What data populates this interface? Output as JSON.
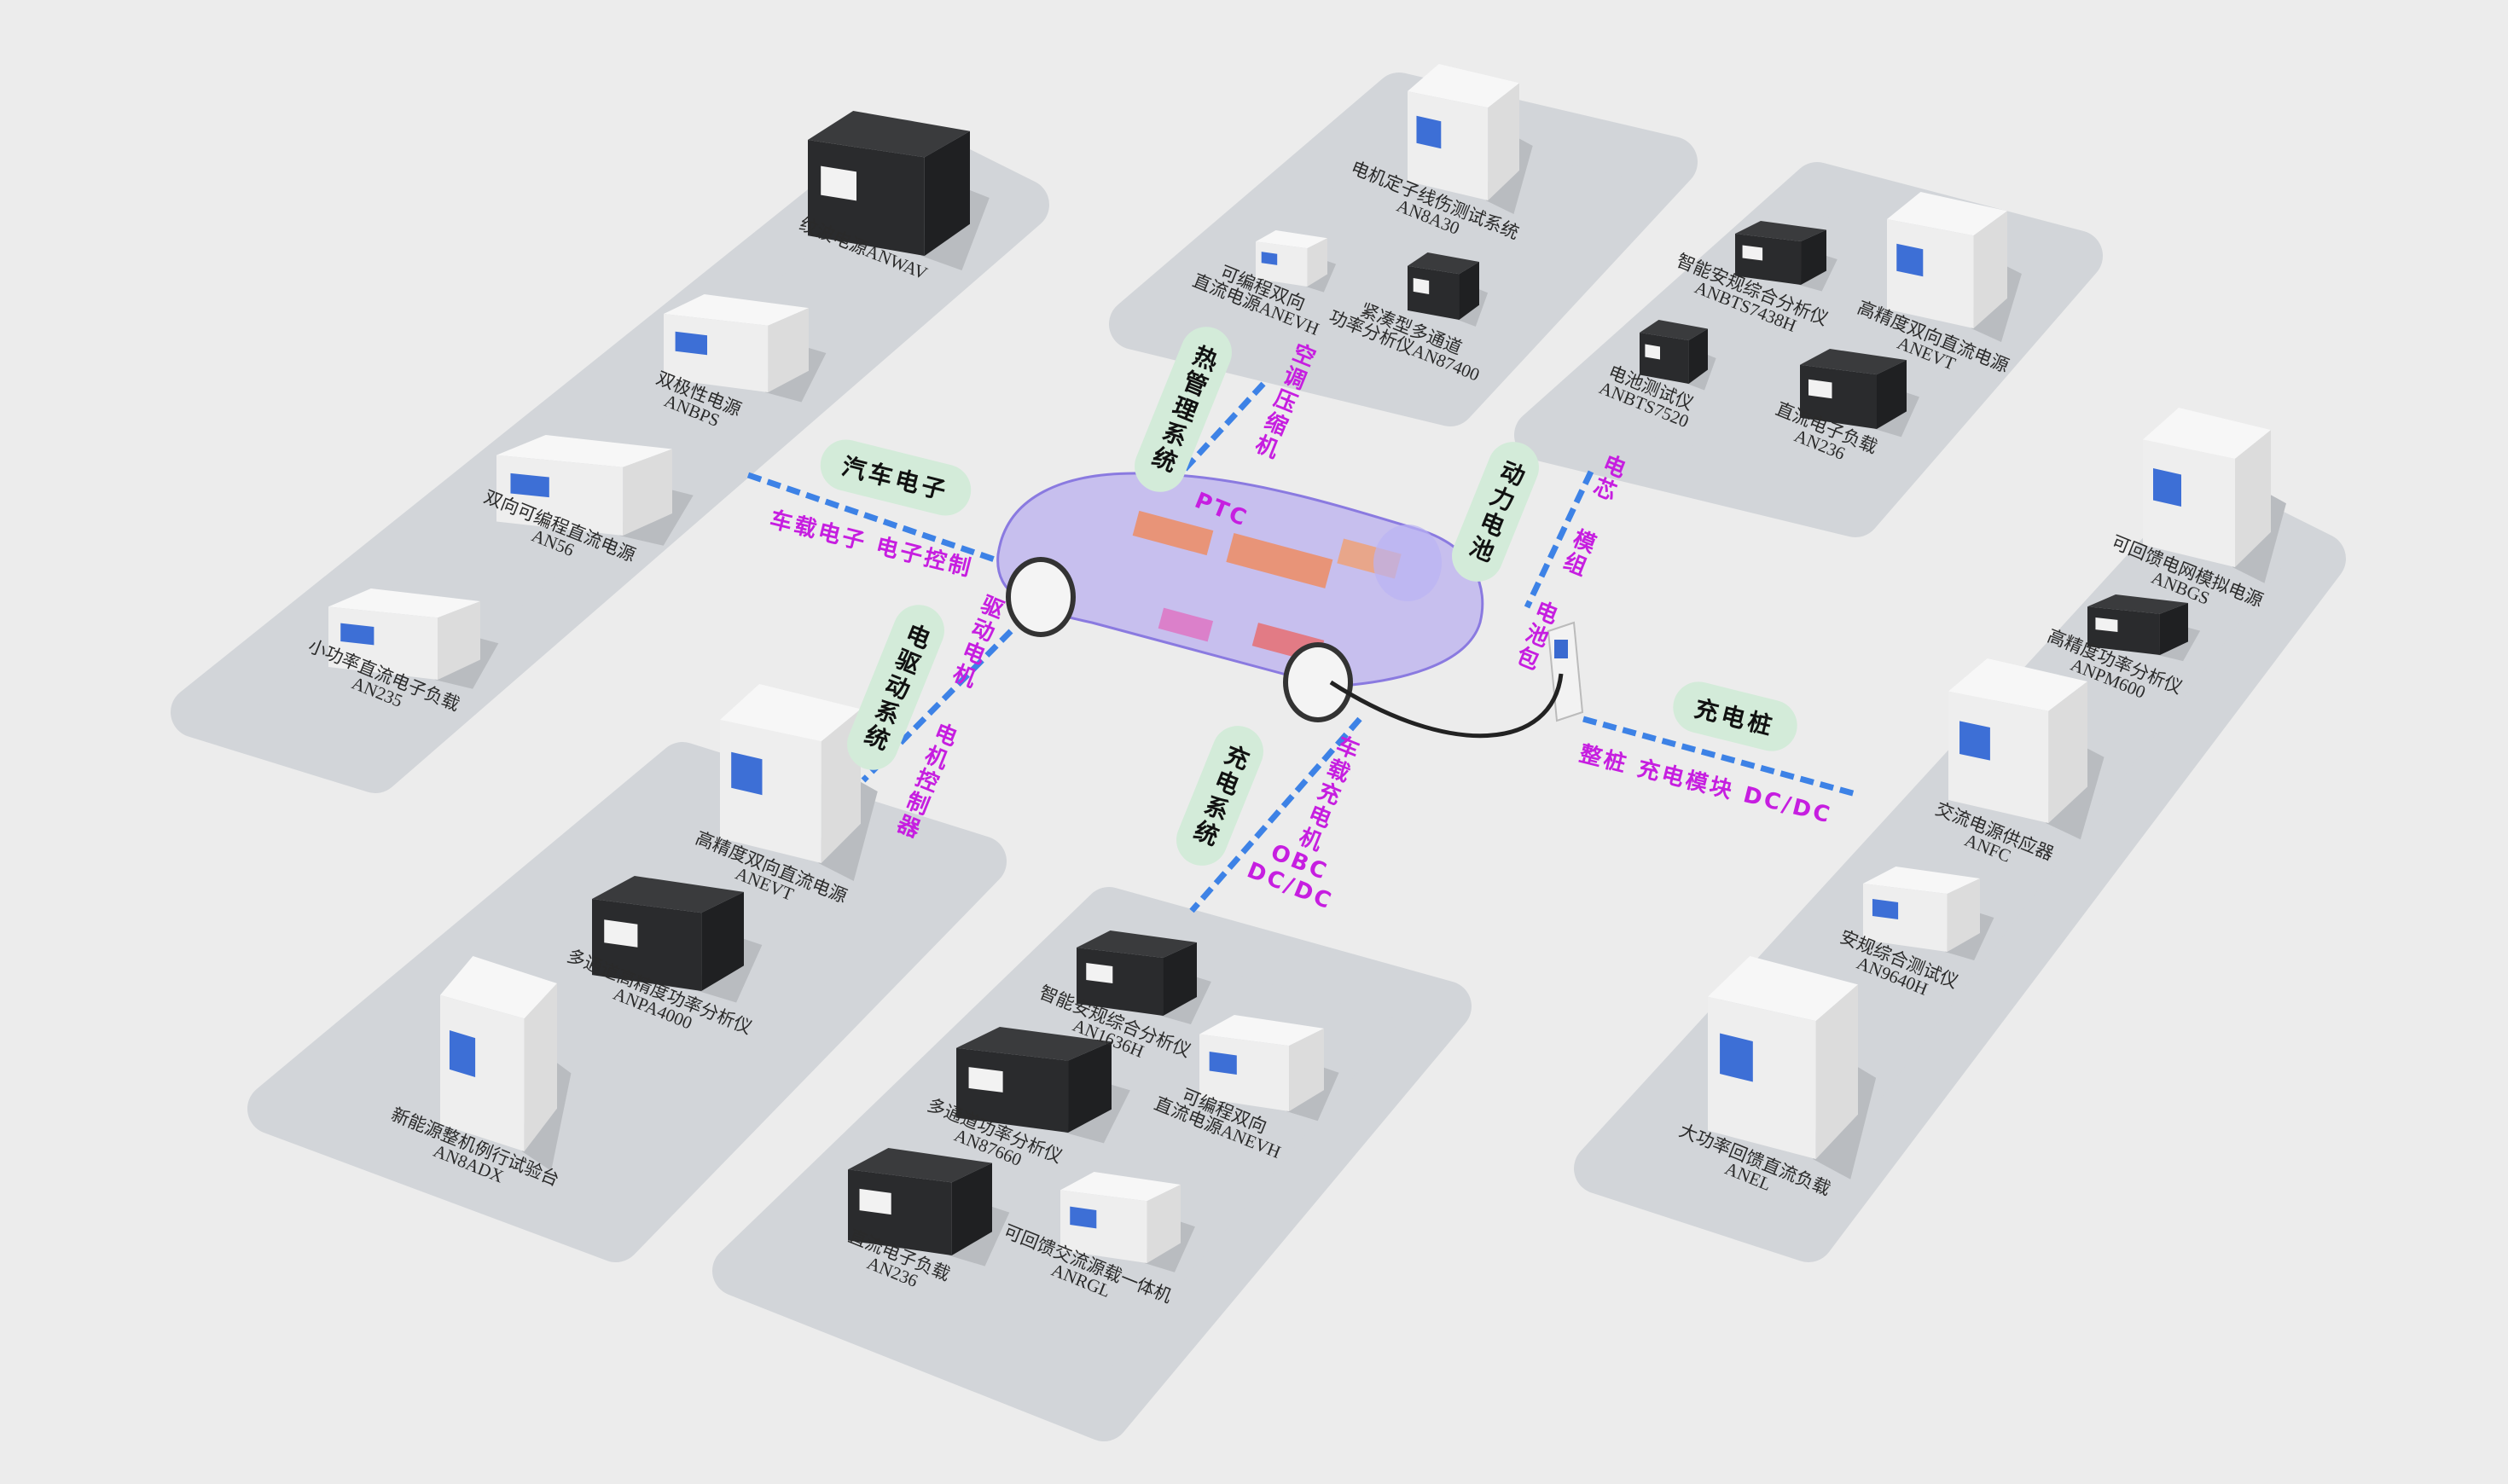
{
  "colors": {
    "background": "#ececec",
    "platform": "#d2d5d9",
    "pill": "#d3ebd9",
    "accent_text": "#c61ee0",
    "dash_line": "#3d82e6",
    "car": "#9b8cf0"
  },
  "systems": {
    "auto_electronics": {
      "title": "汽车电子",
      "items": "车载电子 电子控制"
    },
    "thermal": {
      "title": "热管理系统",
      "items": [
        "空调压缩机",
        "PTC"
      ]
    },
    "battery": {
      "title": "动力电池",
      "items": [
        "电芯",
        "模组",
        "电池包"
      ]
    },
    "e_drive": {
      "title": "电驱动系统",
      "items": [
        "驱动电机",
        "电机控制器"
      ]
    },
    "charging": {
      "title": "充电系统",
      "items": [
        "车载充电机",
        "OBC",
        "DC/DC"
      ]
    },
    "charging_pile": {
      "title": "充电桩",
      "items": "整桩 充电模块 DC/DC"
    }
  },
  "devices": [
    {
      "name": "纹波电源ANWAV",
      "model": ""
    },
    {
      "name": "双极性电源",
      "model": "ANBPS"
    },
    {
      "name": "双向可编程直流电源",
      "model": "AN56"
    },
    {
      "name": "小功率直流电子负载",
      "model": "AN235"
    },
    {
      "name": "电机定子线伤测试系统",
      "model": "AN8A30"
    },
    {
      "name": "可编程双向",
      "model": "直流电源ANEVH"
    },
    {
      "name": "紧凑型多通道",
      "model": "功率分析仪AN87400"
    },
    {
      "name": "智能安规综合分析仪",
      "model": "ANBTS7438H"
    },
    {
      "name": "高精度双向直流电源",
      "model": "ANEVT"
    },
    {
      "name": "电池测试仪",
      "model": "ANBTS7520"
    },
    {
      "name": "直流电子负载",
      "model": "AN236"
    },
    {
      "name": "可回馈电网模拟电源",
      "model": "ANBGS"
    },
    {
      "name": "高精度功率分析仪",
      "model": "ANPM600"
    },
    {
      "name": "交流电源供应器",
      "model": "ANFC"
    },
    {
      "name": "安规综合测试仪",
      "model": "AN9640H"
    },
    {
      "name": "大功率回馈直流负载",
      "model": "ANEL"
    },
    {
      "name": "高精度双向直流电源",
      "model": "ANEVT"
    },
    {
      "name": "多通道高精度功率分析仪",
      "model": "ANPA4000"
    },
    {
      "name": "新能源整机例行试验台",
      "model": "AN8ADX"
    },
    {
      "name": "智能安规综合分析仪",
      "model": "AN1636H"
    },
    {
      "name": "可编程双向",
      "model": "直流电源ANEVH"
    },
    {
      "name": "多通道功率分析仪",
      "model": "AN87660"
    },
    {
      "name": "直流电子负载",
      "model": "AN236"
    },
    {
      "name": "可回馈交流源载一体机",
      "model": "ANRGL"
    }
  ]
}
